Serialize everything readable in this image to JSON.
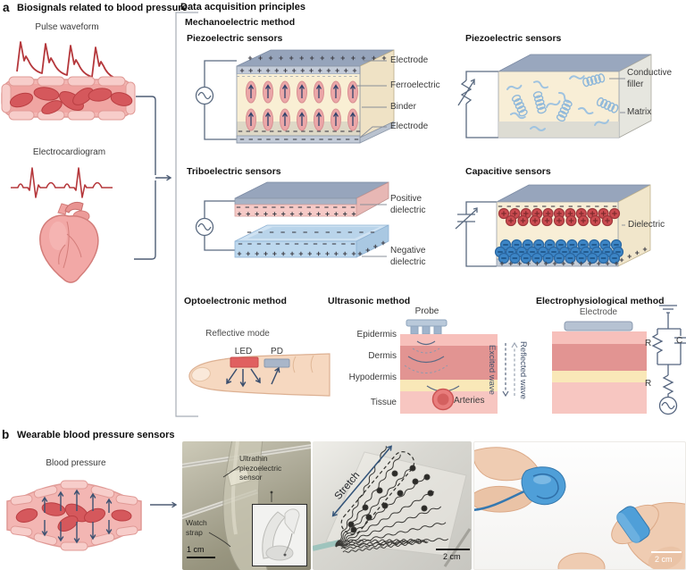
{
  "panel_a": {
    "letter": "a",
    "title": "Biosignals related to blood pressure",
    "pulse_label": "Pulse waveform",
    "ecg_label": "Electrocardiogram"
  },
  "acquisition": {
    "title": "Data acquisition principles",
    "mechanoelectric": {
      "title": "Mechanoelectric method",
      "piezo_left": {
        "title": "Piezoelectric sensors",
        "electrode_top": "Electrode",
        "ferroelectric": "Ferroelectric",
        "binder": "Binder",
        "electrode_bottom": "Electrode"
      },
      "piezo_right": {
        "title": "Piezoelectric sensors",
        "conductive_filler": "Conductive filler",
        "matrix": "Matrix"
      },
      "triboelectric": {
        "title": "Triboelectric sensors",
        "positive_dielectric": "Positive dielectric",
        "negative_dielectric": "Negative dielectric"
      },
      "capacitive": {
        "title": "Capacitive sensors",
        "dielectric": "Dielectric"
      }
    },
    "optoelectronic": {
      "title": "Optoelectronic method",
      "mode_label": "Reflective mode",
      "led_label": "LED",
      "pd_label": "PD"
    },
    "ultrasonic": {
      "title": "Ultrasonic method",
      "probe_label": "Probe",
      "layers": [
        "Epidermis",
        "Dermis",
        "Hypodermis",
        "Tissue"
      ],
      "arteries_label": "Arteries",
      "excited_label": "Excited wave",
      "reflected_label": "Reflected wave"
    },
    "electrophysiological": {
      "title": "Electrophysiological method",
      "electrode_label": "Electrode",
      "r1_label": "R",
      "c_label": "C",
      "r2_label": "R"
    }
  },
  "panel_b": {
    "letter": "b",
    "title": "Wearable blood pressure sensors",
    "blood_pressure_label": "Blood pressure",
    "photo1": {
      "sensor_label": "Ultrathin piezoelectric sensor",
      "strap_label": "Watch strap",
      "scale_label": "1 cm"
    },
    "photo2": {
      "stretch_label": "Stretch",
      "scale_label": "2 cm"
    },
    "photo3": {
      "scale_label": "2 cm"
    }
  },
  "colors": {
    "accent_red": "#b5383c",
    "electrode_gray": "#96a4bb",
    "binder_cream": "#f8eed6",
    "positive_pink": "#f6cac7",
    "negative_blue": "#bdd8ee",
    "sphere_red": "#cb4b50",
    "sphere_blue": "#3c85c6",
    "filler_blue": "#9fc3e0",
    "epidermis": "#f7c0bb",
    "dermis": "#e29492",
    "hypodermis": "#f9e8b8",
    "device_blue": "#4f9fd8"
  }
}
